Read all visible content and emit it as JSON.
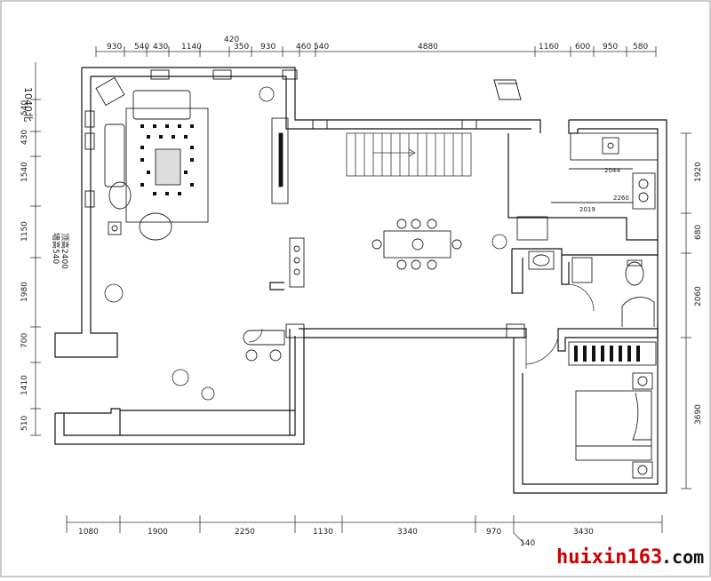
{
  "top_dims": [
    "930",
    "540",
    "430",
    "1140",
    "420",
    "350",
    "930",
    "460",
    "540",
    "4880",
    "1160",
    "600",
    "950",
    "580"
  ],
  "bottom_dims": [
    "1080",
    "1900",
    "2250",
    "1130",
    "3340",
    "970",
    "3430"
  ],
  "bottom_extra": "140",
  "right_dims": [
    "1920",
    "680",
    "2060",
    "3690"
  ],
  "left_dims": [
    "1040",
    "540",
    "430",
    "1540",
    "1150",
    "1980",
    "700",
    "1410",
    "510"
  ],
  "left_top_label": "1040北",
  "left_notes": [
    "墙高540",
    "顶高2400"
  ],
  "kitchen_dims": [
    "2044",
    "2260",
    "2019"
  ],
  "watermark": {
    "site": "huixin163",
    "tld": ".com",
    "color_main": "#cc0000",
    "color_tld": "#111111"
  }
}
